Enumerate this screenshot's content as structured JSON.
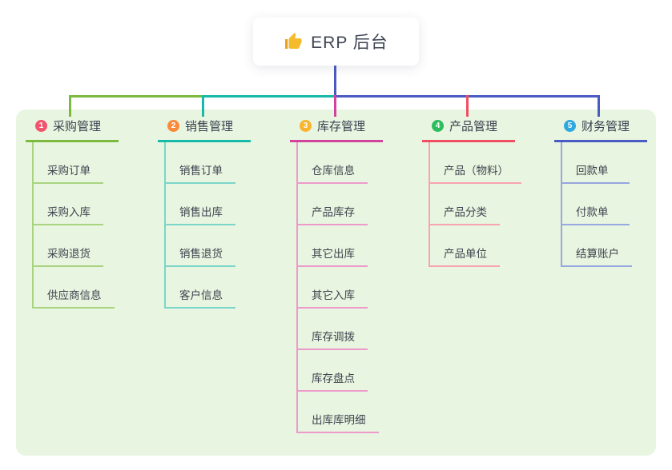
{
  "root": {
    "label": "ERP 后台",
    "icon": "thumbs-up-icon"
  },
  "canvas": {
    "background": "#E8F5E0"
  },
  "connectors": {
    "root_drop_color": "#4A5BC4"
  },
  "branches": [
    {
      "index": "1",
      "title": "采购管理",
      "main_color": "#7CB93F",
      "light_color": "#A9D47F",
      "badge_color": "#F2566F",
      "items": [
        "采购订单",
        "采购入库",
        "采购退货",
        "供应商信息"
      ]
    },
    {
      "index": "2",
      "title": "销售管理",
      "main_color": "#17B9A8",
      "light_color": "#7BD6C9",
      "badge_color": "#F98C3C",
      "items": [
        "销售订单",
        "销售出库",
        "销售退货",
        "客户信息"
      ]
    },
    {
      "index": "3",
      "title": "库存管理",
      "main_color": "#D2429F",
      "light_color": "#ED9ACB",
      "badge_color": "#F8B42D",
      "items": [
        "仓库信息",
        "产品库存",
        "其它出库",
        "其它入库",
        "库存调拨",
        "库存盘点",
        "出库库明细"
      ]
    },
    {
      "index": "4",
      "title": "产品管理",
      "main_color": "#F04F63",
      "light_color": "#F8A3AE",
      "badge_color": "#2DBD5F",
      "items": [
        "产品（物料）",
        "产品分类",
        "产品单位"
      ]
    },
    {
      "index": "5",
      "title": "财务管理",
      "main_color": "#4A5BC4",
      "light_color": "#97A7DF",
      "badge_color": "#30A8E0",
      "items": [
        "回款单",
        "付款单",
        "结算账户"
      ]
    }
  ]
}
